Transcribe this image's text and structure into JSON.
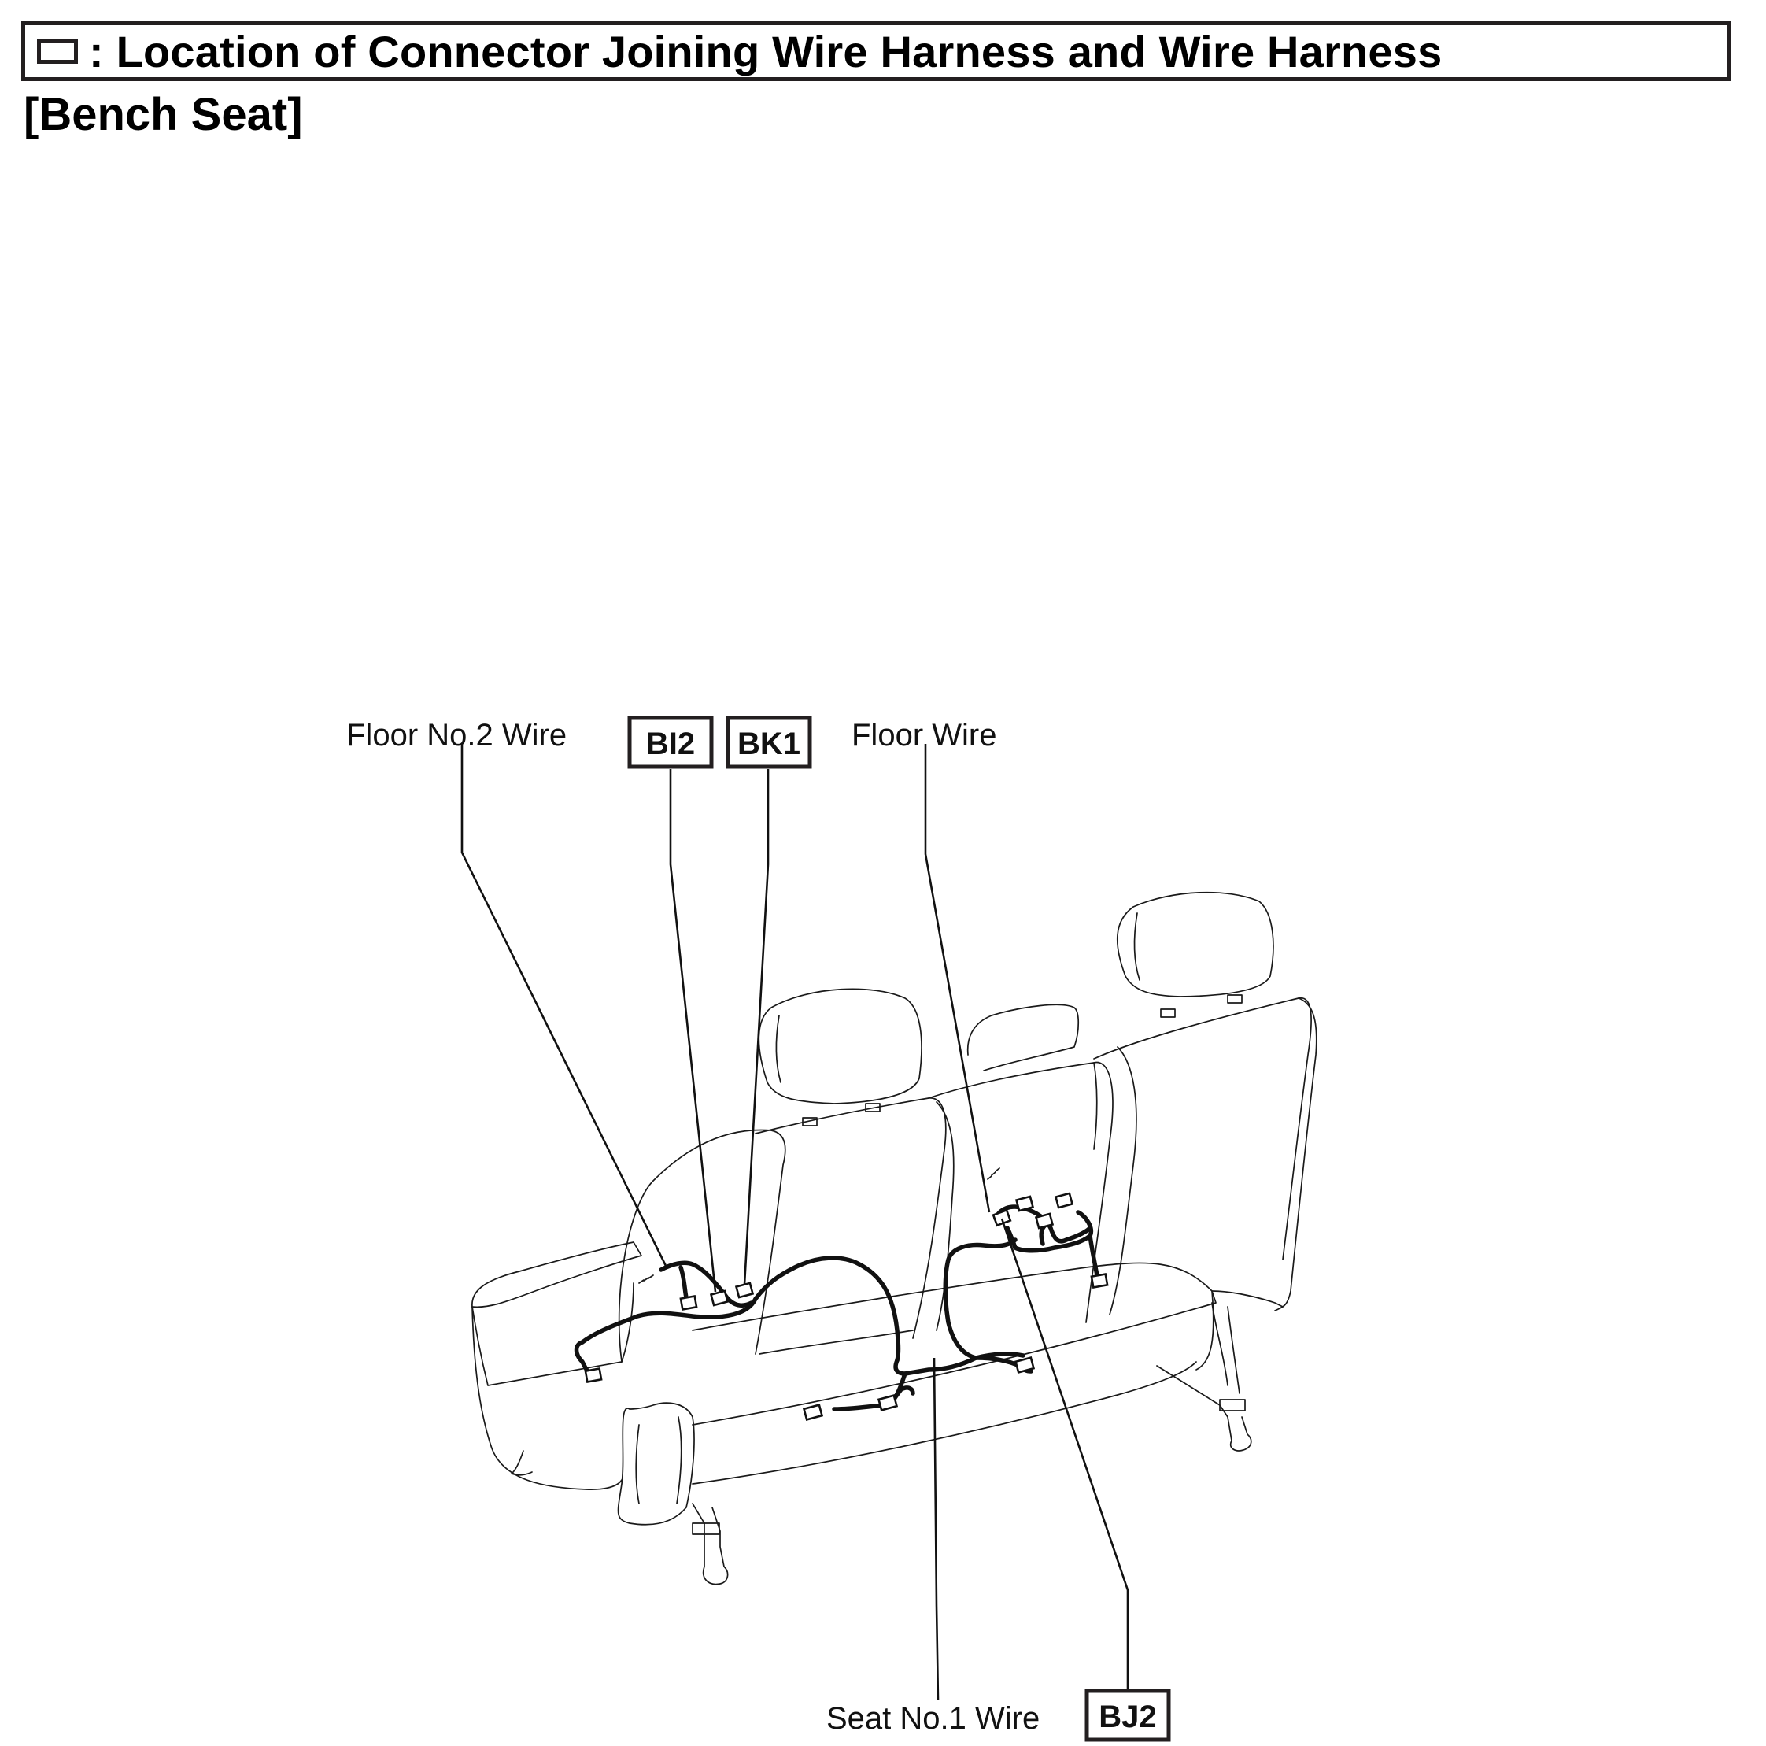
{
  "header": {
    "title": ": Location of Connector Joining Wire Harness and Wire Harness"
  },
  "section": {
    "title": "[Bench Seat]"
  },
  "labels": {
    "floor_no2_wire": "Floor No.2 Wire",
    "floor_wire": "Floor Wire",
    "seat_no1_wire": "Seat No.1 Wire"
  },
  "connectors": {
    "bi2": "BI2",
    "bk1": "BK1",
    "bj2": "BJ2"
  },
  "colors": {
    "line": "#231f20",
    "background": "#ffffff"
  }
}
